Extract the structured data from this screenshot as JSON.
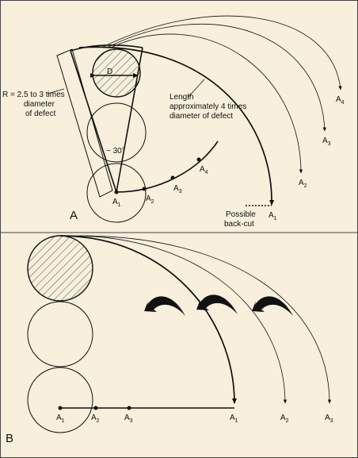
{
  "panel_a": {
    "label": "A",
    "radius_note": [
      "R = 2.5 to 3 times",
      "diameter",
      "of defect"
    ],
    "length_note": [
      "Length",
      "approximately 4 times",
      "diameter of defect"
    ],
    "diameter": "D",
    "angle": "~ 30°",
    "backcut": [
      "Possible",
      "back-cut"
    ],
    "point_letter": "A",
    "points_on_arc": [
      "1",
      "2",
      "3",
      "4"
    ],
    "points_outer": [
      "1",
      "2",
      "3",
      "4"
    ]
  },
  "panel_b": {
    "label": "B",
    "point_letter": "A",
    "points_base": [
      "1",
      "2",
      "3"
    ],
    "points_end": [
      "1",
      "2",
      "3"
    ]
  },
  "colors": {
    "background": "#f8efdc",
    "ink": "#111111"
  }
}
